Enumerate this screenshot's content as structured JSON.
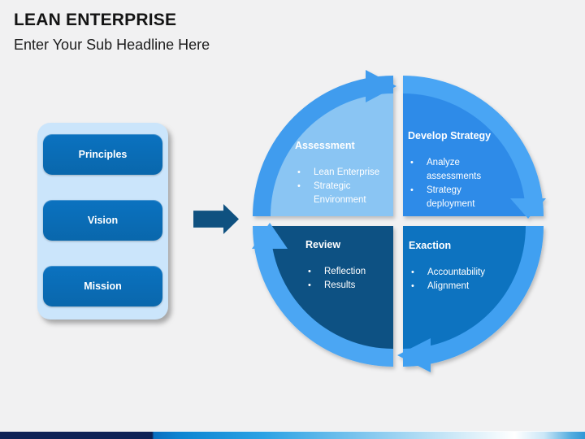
{
  "slide": {
    "title": "LEAN ENTERPRISE",
    "subtitle": "Enter Your Sub Headline Here"
  },
  "left_panel": {
    "items": [
      {
        "label": "Principles"
      },
      {
        "label": "Vision"
      },
      {
        "label": "Mission"
      }
    ]
  },
  "cycle": {
    "direction": "clockwise",
    "quadrants": [
      {
        "title": "Assessment",
        "bullets": [
          "Lean Enterprise",
          "Strategic Environment"
        ],
        "fill": "#8AC5F3",
        "band": "#409CEE",
        "position": "top-left"
      },
      {
        "title": "Develop Strategy",
        "bullets": [
          "Analyze assessments",
          "Strategy deployment"
        ],
        "fill": "#2E8BE8",
        "band": "#4AA5F4",
        "position": "top-right"
      },
      {
        "title": "Review",
        "bullets": [
          "Reflection",
          "Results"
        ],
        "fill": "#0D5183",
        "band": "#4BA6F3",
        "position": "bottom-left"
      },
      {
        "title": "Exaction",
        "bullets": [
          "Accountability",
          "Alignment"
        ],
        "fill": "#0E73C0",
        "band": "#40A0F1",
        "position": "bottom-right"
      }
    ]
  },
  "colors": {
    "button-blue": "#0B72C0",
    "button-blue-dark": "#0967AC",
    "panel-bg": "#CBE5FB",
    "connector-arrow": "#0F5180",
    "bar-navy": "#0D2155",
    "bar-blue": "#0C85D2",
    "bar-sky": "#7FC6EE",
    "bar-white": "#FFFFFF",
    "bar-right": "#2F97D6"
  }
}
